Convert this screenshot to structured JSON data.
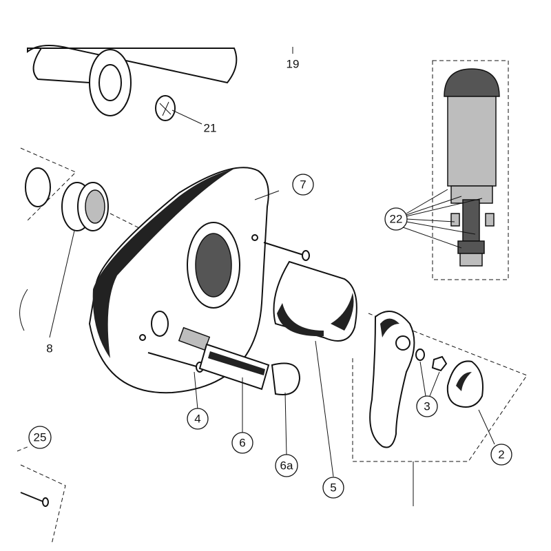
{
  "diagram": {
    "title": "Shower valve trim exploded parts diagram",
    "part_labels": {
      "p19": "19",
      "p21": "21",
      "p7": "7",
      "p22": "22",
      "p8": "8",
      "p4": "4",
      "p6": "6",
      "p6a": "6a",
      "p5": "5",
      "p3": "3",
      "p2": "2",
      "p25": "25"
    }
  }
}
